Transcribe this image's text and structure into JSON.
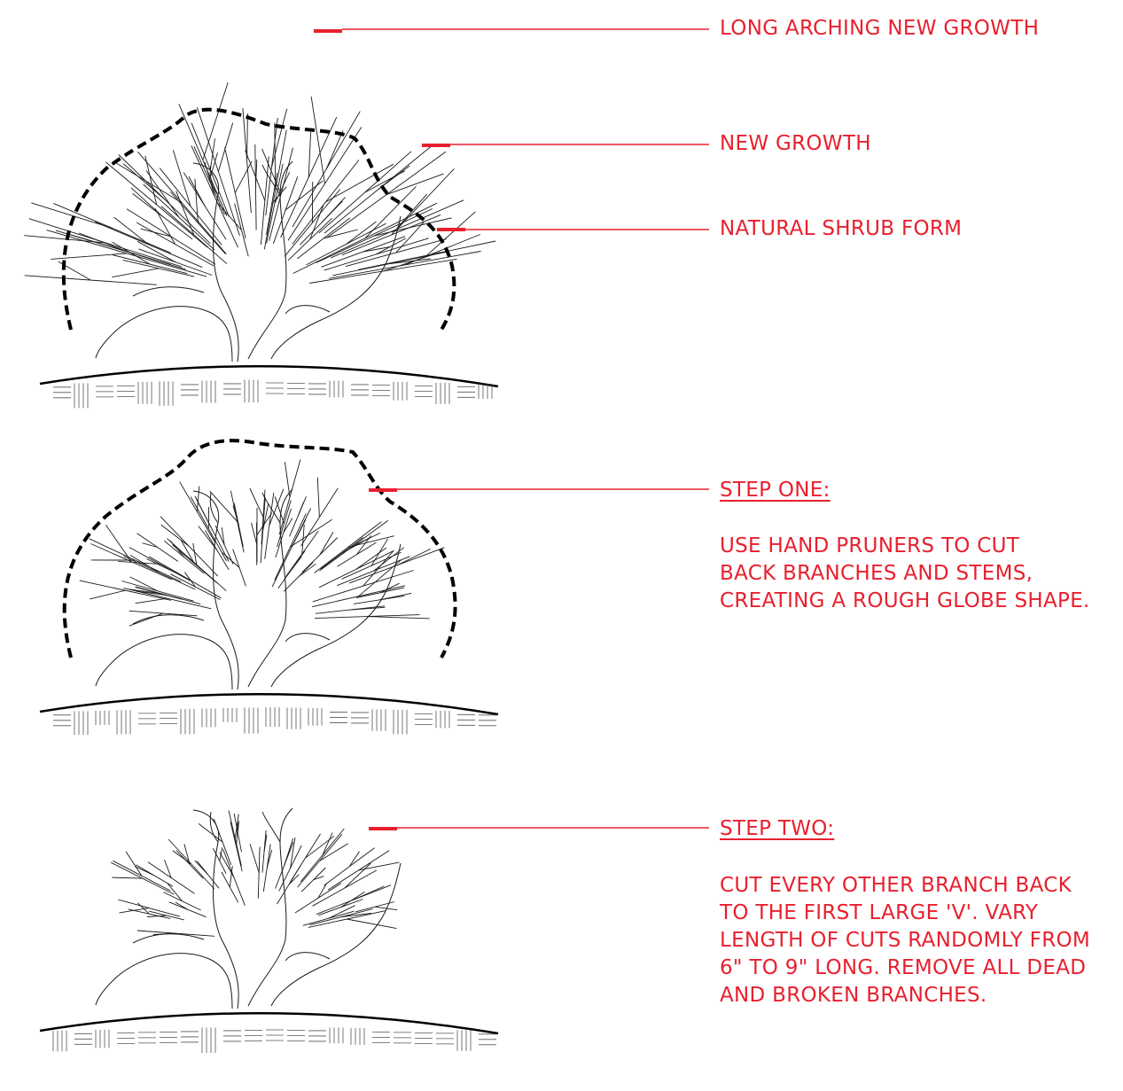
{
  "colors": {
    "annotation": "#e8202e",
    "line": "#1a1a1a",
    "outline": "#000000"
  },
  "labels": {
    "long_arching": "LONG ARCHING NEW GROWTH",
    "new_growth": "NEW GROWTH",
    "natural_form": "NATURAL SHRUB FORM"
  },
  "step_one": {
    "heading": "STEP ONE:",
    "lines": [
      "USE HAND PRUNERS TO CUT",
      "BACK BRANCHES AND STEMS,",
      "CREATING A ROUGH GLOBE SHAPE."
    ]
  },
  "step_two": {
    "heading": "STEP TWO:",
    "lines": [
      "CUT EVERY OTHER BRANCH BACK",
      "TO THE FIRST LARGE 'V'. VARY",
      "LENGTH OF CUTS RANDOMLY FROM",
      "6\" TO 9\" LONG. REMOVE ALL DEAD",
      "AND BROKEN BRANCHES."
    ]
  }
}
